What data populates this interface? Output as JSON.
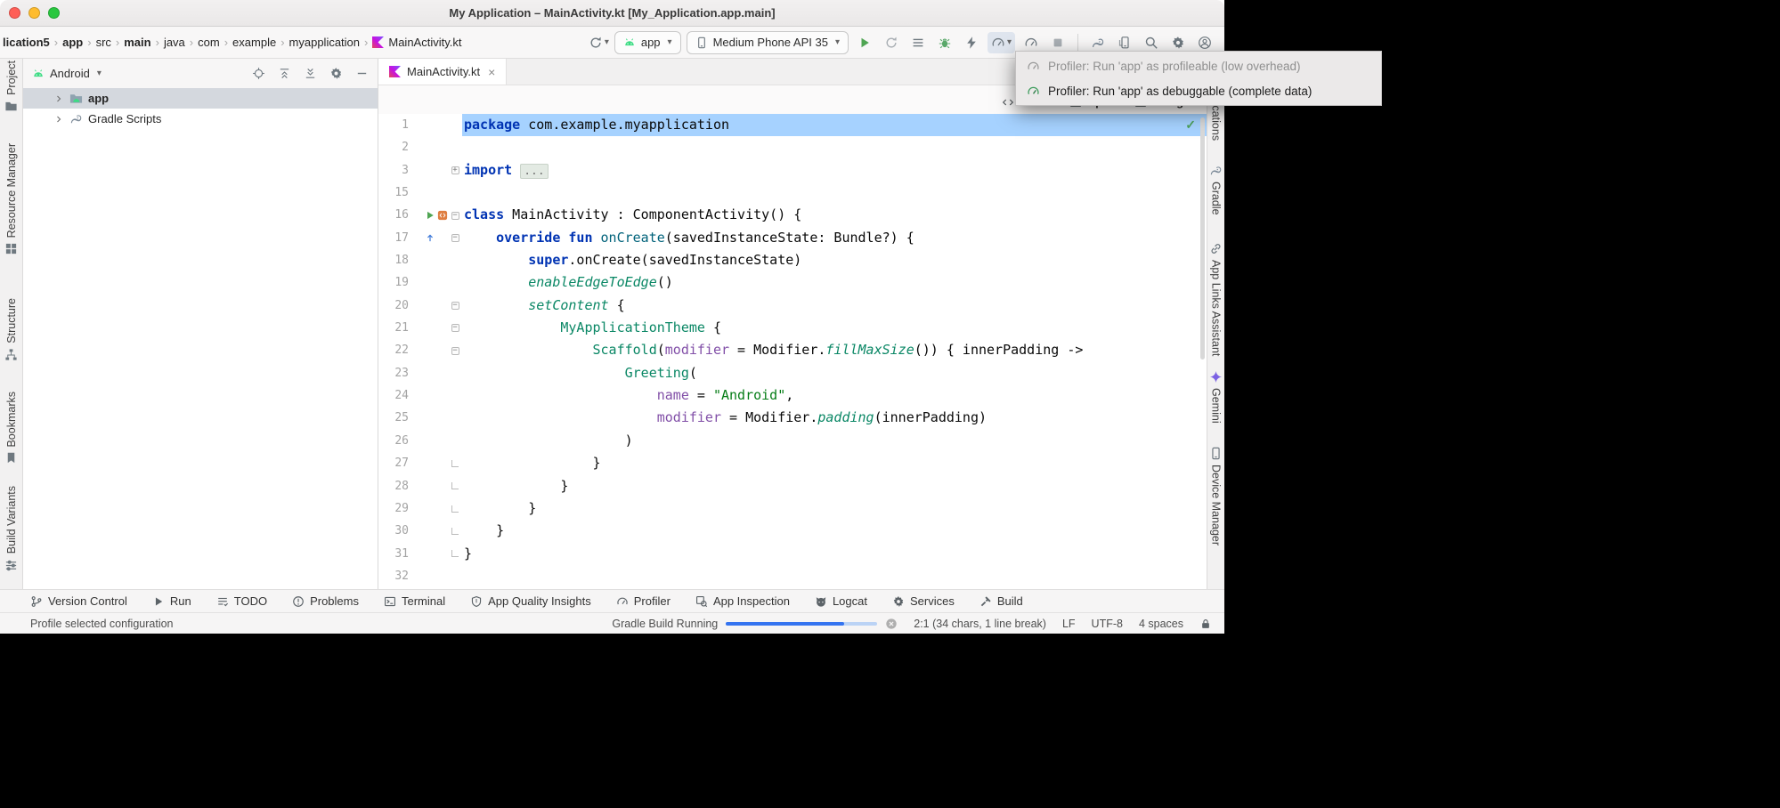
{
  "window_title": "My Application – MainActivity.kt [My_Application.app.main]",
  "glyphs": {
    "crumb_sep": "›",
    "caret": "▾",
    "close": "×",
    "check": "✓",
    "fold_minus": "−",
    "fold_plus": "+"
  },
  "colors": {
    "selection": "#A6D2FF",
    "accent_blue": "#3574F0",
    "run_green": "#4FA553",
    "keyword_blue": "#0033B3",
    "string_green": "#067D17",
    "composable_green": "#0A8765",
    "named_purple": "#8250A8",
    "func_teal": "#00627A"
  },
  "breadcrumbs": [
    {
      "label": "lication5",
      "bold": true
    },
    {
      "label": "app",
      "bold": true
    },
    {
      "label": "src",
      "bold": false
    },
    {
      "label": "main",
      "bold": true
    },
    {
      "label": "java",
      "bold": false
    },
    {
      "label": "com",
      "bold": false
    },
    {
      "label": "example",
      "bold": false
    },
    {
      "label": "myapplication",
      "bold": false
    },
    {
      "label": "MainActivity.kt",
      "bold": false,
      "icon": "kotlin"
    }
  ],
  "toolbar": {
    "run_config_label": "app",
    "device_label": "Medium Phone API 35"
  },
  "profiler_menu": {
    "items": [
      {
        "label": "Profiler: Run 'app' as profileable (low overhead)",
        "enabled": false,
        "icon": "gauge-gray"
      },
      {
        "label": "Profiler: Run 'app' as debuggable (complete data)",
        "enabled": true,
        "icon": "gauge-green"
      }
    ]
  },
  "editor_modes": [
    {
      "label": "Code",
      "icon": "code"
    },
    {
      "label": "Split",
      "icon": "split"
    },
    {
      "label": "Design",
      "icon": "design"
    }
  ],
  "project_panel": {
    "view": "Android",
    "tree": [
      {
        "label": "app",
        "icon": "android-folder",
        "bold": true,
        "selected": true
      },
      {
        "label": "Gradle Scripts",
        "icon": "gradle",
        "bold": false,
        "selected": false
      }
    ]
  },
  "editor": {
    "tab_title": "MainActivity.kt",
    "lines": [
      {
        "num": 1,
        "sel": true,
        "tk": [
          [
            "k",
            "package"
          ],
          [
            "p",
            " com.example.myapplication"
          ]
        ]
      },
      {
        "num": 2,
        "tk": []
      },
      {
        "num": 3,
        "fold": "plus",
        "tk": [
          [
            "k",
            "import"
          ],
          [
            "p",
            " "
          ],
          [
            "fd",
            "..."
          ]
        ]
      },
      {
        "num": 15,
        "tk": []
      },
      {
        "num": 16,
        "fold": "minus",
        "gutter": [
          "run",
          "compose"
        ],
        "tk": [
          [
            "k",
            "class"
          ],
          [
            "p",
            " MainActivity : ComponentActivity() {"
          ]
        ]
      },
      {
        "num": 17,
        "fold": "minus",
        "gutter": [
          "override"
        ],
        "tk": [
          [
            "p",
            "    "
          ],
          [
            "k",
            "override"
          ],
          [
            "p",
            " "
          ],
          [
            "k",
            "fun"
          ],
          [
            "p",
            " "
          ],
          [
            "f",
            "onCreate"
          ],
          [
            "p",
            "(savedInstanceState: Bundle?) {"
          ]
        ]
      },
      {
        "num": 18,
        "tk": [
          [
            "p",
            "        "
          ],
          [
            "k",
            "super"
          ],
          [
            "p",
            ".onCreate(savedInstanceState)"
          ]
        ]
      },
      {
        "num": 19,
        "tk": [
          [
            "p",
            "        "
          ],
          [
            "e",
            "enableEdgeToEdge"
          ],
          [
            "p",
            "()"
          ]
        ]
      },
      {
        "num": 20,
        "fold": "minus",
        "tk": [
          [
            "p",
            "        "
          ],
          [
            "e",
            "setContent"
          ],
          [
            "p",
            " {"
          ]
        ]
      },
      {
        "num": 21,
        "fold": "minus",
        "tk": [
          [
            "p",
            "            "
          ],
          [
            "c",
            "MyApplicationTheme"
          ],
          [
            "p",
            " {"
          ]
        ]
      },
      {
        "num": 22,
        "fold": "minus",
        "tk": [
          [
            "p",
            "                "
          ],
          [
            "c",
            "Scaffold"
          ],
          [
            "p",
            "("
          ],
          [
            "n",
            "modifier"
          ],
          [
            "p",
            " = Modifier."
          ],
          [
            "e",
            "fillMaxSize"
          ],
          [
            "p",
            "()) { innerPadding ->"
          ]
        ]
      },
      {
        "num": 23,
        "tk": [
          [
            "p",
            "                    "
          ],
          [
            "c",
            "Greeting"
          ],
          [
            "p",
            "("
          ]
        ]
      },
      {
        "num": 24,
        "tk": [
          [
            "p",
            "                        "
          ],
          [
            "n",
            "name"
          ],
          [
            "p",
            " = "
          ],
          [
            "s",
            "\"Android\""
          ],
          [
            "p",
            ","
          ]
        ]
      },
      {
        "num": 25,
        "tk": [
          [
            "p",
            "                        "
          ],
          [
            "n",
            "modifier"
          ],
          [
            "p",
            " = Modifier."
          ],
          [
            "e",
            "padding"
          ],
          [
            "p",
            "(innerPadding)"
          ]
        ]
      },
      {
        "num": 26,
        "tk": [
          [
            "p",
            "                    )"
          ]
        ]
      },
      {
        "num": 27,
        "fold": "end",
        "tk": [
          [
            "p",
            "                }"
          ]
        ]
      },
      {
        "num": 28,
        "fold": "end",
        "tk": [
          [
            "p",
            "            }"
          ]
        ]
      },
      {
        "num": 29,
        "fold": "end",
        "tk": [
          [
            "p",
            "        }"
          ]
        ]
      },
      {
        "num": 30,
        "fold": "end",
        "tk": [
          [
            "p",
            "    }"
          ]
        ]
      },
      {
        "num": 31,
        "fold": "end",
        "tk": [
          [
            "p",
            "}"
          ]
        ]
      },
      {
        "num": 32,
        "tk": []
      }
    ]
  },
  "left_stripe": [
    {
      "label": "Project",
      "icon": "project"
    },
    {
      "label": "Resource Manager",
      "icon": "resource"
    },
    {
      "label": "Structure",
      "icon": "structure"
    },
    {
      "label": "Bookmarks",
      "icon": "bookmark"
    },
    {
      "label": "Build Variants",
      "icon": "variants"
    }
  ],
  "right_stripe": [
    {
      "label": "Notifications",
      "icon": "bell"
    },
    {
      "label": "Gradle",
      "icon": "gradle"
    },
    {
      "label": "App Links Assistant",
      "icon": "link"
    },
    {
      "label": "Gemini",
      "icon": "gemini"
    },
    {
      "label": "Device Manager",
      "icon": "phone"
    }
  ],
  "tool_buttons": [
    {
      "label": "Version Control",
      "icon": "branch"
    },
    {
      "label": "Run",
      "icon": "play-small"
    },
    {
      "label": "TODO",
      "icon": "todo"
    },
    {
      "label": "Problems",
      "icon": "problem"
    },
    {
      "label": "Terminal",
      "icon": "terminal"
    },
    {
      "label": "App Quality Insights",
      "icon": "shield"
    },
    {
      "label": "Profiler",
      "icon": "gauge"
    },
    {
      "label": "App Inspection",
      "icon": "inspection"
    },
    {
      "label": "Logcat",
      "icon": "cat"
    },
    {
      "label": "Services",
      "icon": "services"
    },
    {
      "label": "Build",
      "icon": "hammer"
    }
  ],
  "status_bar": {
    "message": "Profile selected configuration",
    "progress_label": "Gradle Build Running",
    "progress_percent": 78,
    "caret_info": "2:1 (34 chars, 1 line break)",
    "line_separator": "LF",
    "encoding": "UTF-8",
    "indent": "4 spaces"
  }
}
